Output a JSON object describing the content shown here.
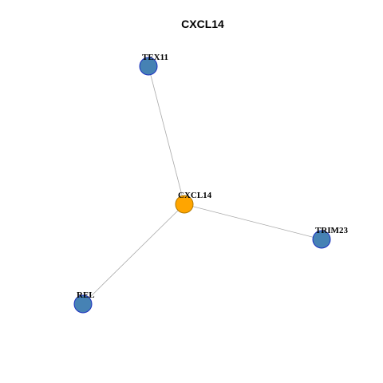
{
  "title": "CXCL14",
  "colors": {
    "hub_fill": "#ffa500",
    "hub_stroke": "#b07800",
    "leaf_fill": "#4682b4",
    "leaf_stroke": "#1a2fbf",
    "edge": "#a8a8a8"
  },
  "graph": {
    "nodes": [
      {
        "id": "CXCL14",
        "label": "CXCL14",
        "role": "hub"
      },
      {
        "id": "TEX11",
        "label": "TEX11",
        "role": "leaf"
      },
      {
        "id": "TRIM23",
        "label": "TRIM23",
        "role": "leaf"
      },
      {
        "id": "REL",
        "label": "REL",
        "role": "leaf"
      }
    ],
    "edges": [
      {
        "source": "CXCL14",
        "target": "TEX11"
      },
      {
        "source": "CXCL14",
        "target": "TRIM23"
      },
      {
        "source": "CXCL14",
        "target": "REL"
      }
    ]
  }
}
